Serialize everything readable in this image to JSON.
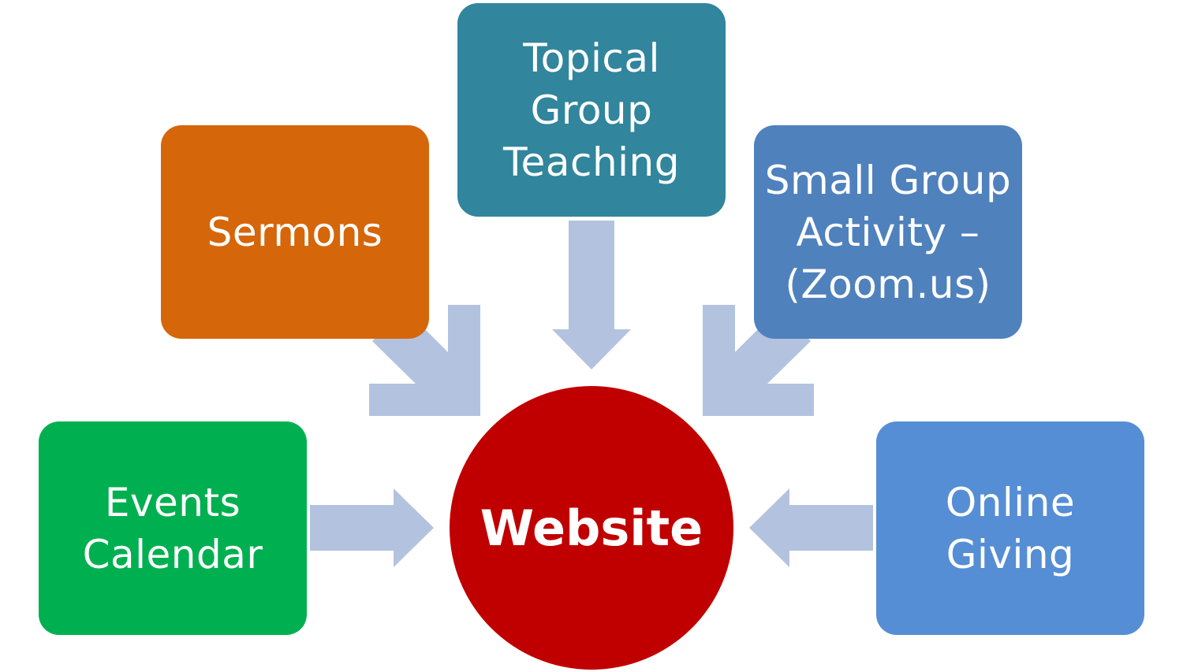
{
  "hub": {
    "label": "Website",
    "color": "#c00000"
  },
  "nodes": {
    "sermons": {
      "lines": [
        "Sermons"
      ],
      "color": "#d6660a"
    },
    "topical": {
      "lines": [
        "Topical",
        "Group",
        "Teaching"
      ],
      "color": "#31859c"
    },
    "small_group": {
      "lines": [
        "Small Group",
        "Activity –",
        "(Zoom.us)"
      ],
      "color": "#4f81bd"
    },
    "events": {
      "lines": [
        "Events",
        "Calendar"
      ],
      "color": "#00b050"
    },
    "giving": {
      "lines": [
        "Online",
        "Giving"
      ],
      "color": "#558ed5"
    }
  },
  "arrow_color": "#b3c3df"
}
